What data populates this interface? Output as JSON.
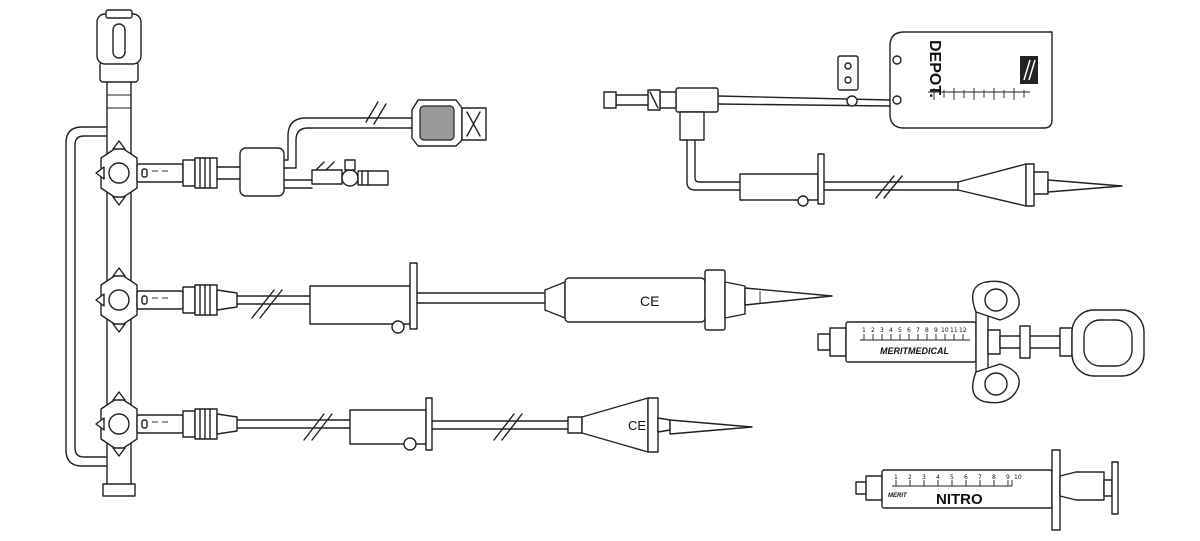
{
  "labels": {
    "ce_mark_1": "CE",
    "ce_mark_2": "CE",
    "depot_brand": "DEPOT.",
    "syringe_brand": "MERITMEDICAL",
    "nitro_brand": "MERIT",
    "nitro_label": "NITRO"
  },
  "syringe_scale": [
    "1",
    "2",
    "3",
    "4",
    "5",
    "6",
    "7",
    "8",
    "9",
    "10",
    "11",
    "12"
  ],
  "nitro_scale": [
    "1",
    "2",
    "3",
    "4",
    "5",
    "6",
    "7",
    "8",
    "9",
    "10"
  ]
}
